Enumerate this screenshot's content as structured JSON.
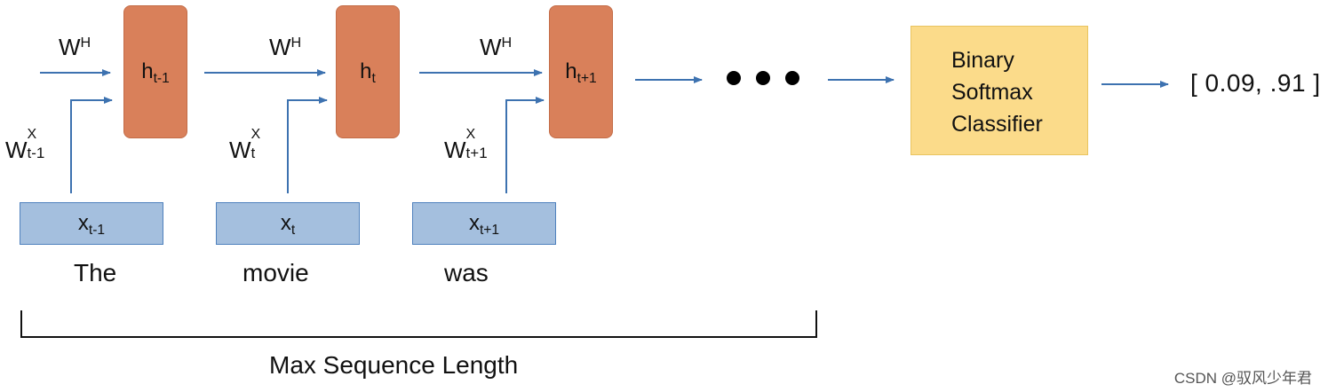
{
  "colors": {
    "hidden": "#d9805a",
    "input": "#a4bfde",
    "classifier": "#fbdb8a",
    "arrow": "#3d72b0"
  },
  "cells": [
    {
      "h_main": "h",
      "h_sub": "t-1",
      "x_main": "x",
      "x_sub": "t-1",
      "wh_main": "W",
      "wh_sup": "H",
      "wx_main": "W",
      "wx_sup": "X",
      "wx_sub": "t-1",
      "word": "The"
    },
    {
      "h_main": "h",
      "h_sub": "t",
      "x_main": "x",
      "x_sub": "t",
      "wh_main": "W",
      "wh_sup": "H",
      "wx_main": "W",
      "wx_sup": "X",
      "wx_sub": "t",
      "word": "movie"
    },
    {
      "h_main": "h",
      "h_sub": "t+1",
      "x_main": "x",
      "x_sub": "t+1",
      "wh_main": "W",
      "wh_sup": "H",
      "wx_main": "W",
      "wx_sup": "X",
      "wx_sub": "t+1",
      "word": "was"
    }
  ],
  "classifier": {
    "line1": "Binary",
    "line2": "Softmax",
    "line3": "Classifier"
  },
  "output": "[ 0.09, .91 ]",
  "bracket_label": "Max Sequence Length",
  "watermark": "CSDN @驭风少年君"
}
